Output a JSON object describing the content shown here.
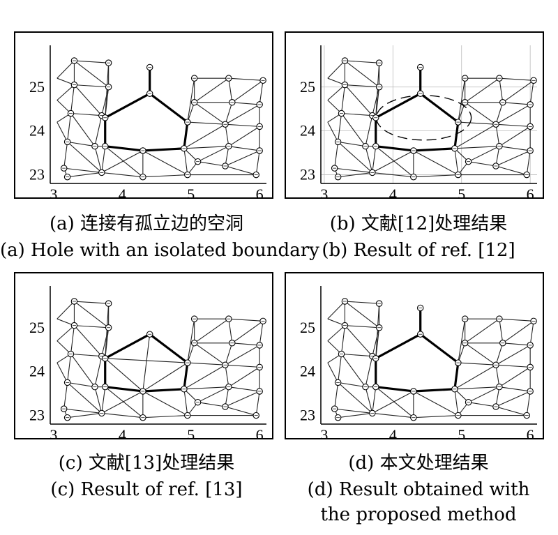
{
  "panels": [
    {
      "id": "a",
      "caption_cn": "(a) 连接有孤立边的空洞",
      "caption_en": "(a) Hole with an isolated boundary",
      "x_ticks": [
        "3",
        "4",
        "5",
        "6"
      ],
      "y_ticks": [
        "25",
        "24",
        "23"
      ],
      "variant": "isolated-edge"
    },
    {
      "id": "b",
      "caption_cn": "(b) 文献[12]处理结果",
      "caption_en": "(b) Result of ref. [12]",
      "x_ticks": [
        "3",
        "4",
        "5",
        "6"
      ],
      "y_ticks": [
        "25",
        "24",
        "23"
      ],
      "variant": "ref12"
    },
    {
      "id": "c",
      "caption_cn": "(c) 文献[13]处理结果",
      "caption_en": "(c) Result of ref. [13]",
      "x_ticks": [
        "3",
        "4",
        "5",
        "6"
      ],
      "y_ticks": [
        "25",
        "24",
        "23"
      ],
      "variant": "ref13"
    },
    {
      "id": "d",
      "caption_cn": "(d) 本文处理结果",
      "caption_en_line1": "(d) Result obtained with",
      "caption_en_line2": "the proposed method",
      "x_ticks": [
        "3",
        "4",
        "5",
        "6"
      ],
      "y_ticks": [
        "25",
        "24",
        "23"
      ],
      "variant": "proposed"
    }
  ]
}
